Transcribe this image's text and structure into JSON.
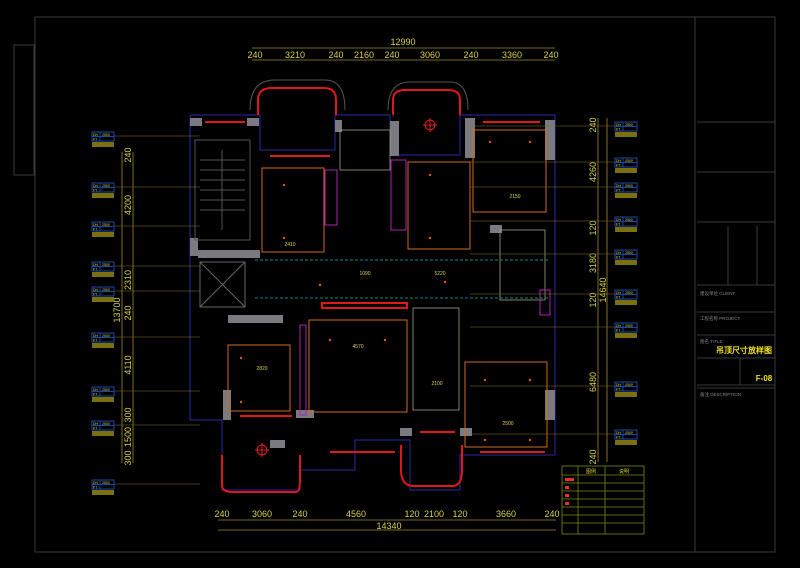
{
  "drawing": {
    "title": "吊顶尺寸放样图",
    "number": "F-08",
    "client_label": "建设单位 CLIENT",
    "project_label": "工程名称 PROJECT",
    "title_label": "图名 TITLE",
    "remark_label": "备注 DESCRIPTION"
  },
  "dims": {
    "top_total": "12990",
    "top": [
      "240",
      "3210",
      "240",
      "2160",
      "240",
      "3060",
      "240",
      "3360",
      "240"
    ],
    "bottom_total": "14340",
    "bottom": [
      "240",
      "3060",
      "240",
      "4560",
      "120",
      "2100",
      "120",
      "3660",
      "240"
    ],
    "left_total": "13700",
    "left": [
      "240",
      "4200",
      "2310",
      "240",
      "4110",
      "300",
      "1500",
      "300"
    ],
    "right_total": "14640",
    "right": [
      "240",
      "4260",
      "120",
      "3180",
      "120",
      "6480",
      "240"
    ]
  },
  "rooms": {
    "living_width": "4570",
    "corridor_a": "5220",
    "corridor_b": "1090",
    "kitchen_width": "2100",
    "bedroom_width": "2500",
    "bedroom_b": "2150",
    "bedroom_c": "2410",
    "bedroom_d": "2820"
  },
  "ceiling_tags": {
    "height": "2500",
    "code_a": "DH",
    "code_b": "FT"
  },
  "legend": {
    "header_a": "图例",
    "header_b": "说明"
  },
  "colors": {
    "background": "#000000",
    "dimension": "#d8d24a",
    "wall": "#7a7a80",
    "window": "#e01818",
    "ceiling": "#d06a18"
  }
}
